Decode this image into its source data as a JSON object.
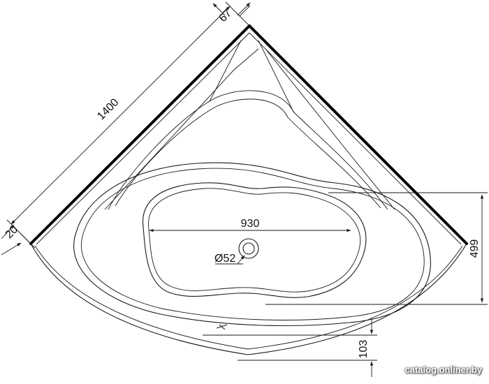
{
  "dimensions": {
    "side_length": "1400",
    "wall_offset": "67",
    "corner_offset": "20",
    "inner_length": "930",
    "drain_diameter": "Ø52",
    "depth_to_drain": "499",
    "front_offset": "103"
  },
  "watermark": "catalog.onliner.by",
  "colors": {
    "line": "#1a1a1a",
    "background": "#ffffff"
  }
}
